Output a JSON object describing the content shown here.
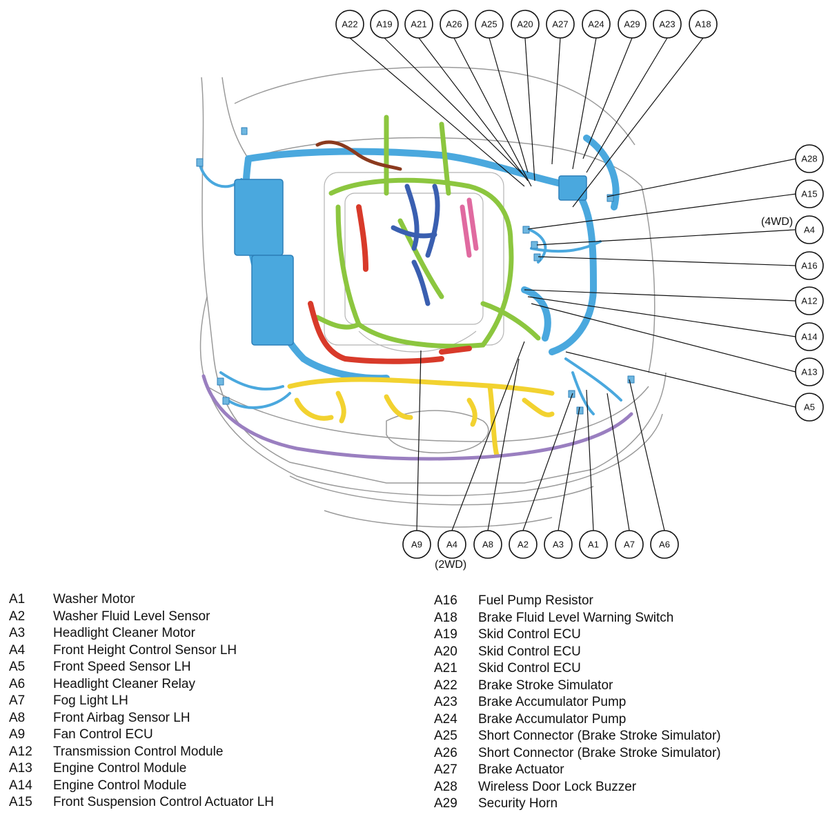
{
  "diagram": {
    "top_callouts": [
      "A22",
      "A19",
      "A21",
      "A26",
      "A25",
      "A20",
      "A27",
      "A24",
      "A29",
      "A23",
      "A18"
    ],
    "right_callouts": [
      "A28",
      "A15",
      "A4",
      "A16",
      "A12",
      "A14",
      "A13",
      "A5"
    ],
    "bottom_callouts": [
      "A9",
      "A4",
      "A8",
      "A2",
      "A3",
      "A1",
      "A7",
      "A6"
    ],
    "note_4wd": "(4WD)",
    "note_2wd": "(2WD)",
    "colors": {
      "body_outline": "#9a9a9a",
      "harness_blue": "#4aa8de",
      "harness_green": "#8cc63f",
      "harness_yellow": "#f2d230",
      "harness_red": "#d83a2a",
      "harness_purple": "#9a7fc0",
      "harness_navy": "#3a5fb0",
      "harness_pink": "#e06aa0",
      "harness_brown": "#8b3a1e"
    }
  },
  "legend": {
    "left": [
      {
        "code": "A1",
        "name": "Washer Motor"
      },
      {
        "code": "A2",
        "name": "Washer Fluid Level Sensor"
      },
      {
        "code": "A3",
        "name": "Headlight Cleaner Motor"
      },
      {
        "code": "A4",
        "name": "Front Height Control Sensor LH"
      },
      {
        "code": "A5",
        "name": "Front Speed Sensor LH"
      },
      {
        "code": "A6",
        "name": "Headlight Cleaner Relay"
      },
      {
        "code": "A7",
        "name": "Fog Light LH"
      },
      {
        "code": "A8",
        "name": "Front Airbag Sensor LH"
      },
      {
        "code": "A9",
        "name": "Fan Control ECU"
      },
      {
        "code": "A12",
        "name": "Transmission Control Module"
      },
      {
        "code": "A13",
        "name": "Engine Control Module"
      },
      {
        "code": "A14",
        "name": "Engine Control Module"
      },
      {
        "code": "A15",
        "name": "Front Suspension Control Actuator LH"
      }
    ],
    "right": [
      {
        "code": "A16",
        "name": "Fuel Pump Resistor"
      },
      {
        "code": "A18",
        "name": "Brake Fluid Level Warning Switch"
      },
      {
        "code": "A19",
        "name": "Skid Control ECU"
      },
      {
        "code": "A20",
        "name": "Skid Control ECU"
      },
      {
        "code": "A21",
        "name": "Skid Control ECU"
      },
      {
        "code": "A22",
        "name": "Brake Stroke Simulator"
      },
      {
        "code": "A23",
        "name": "Brake Accumulator Pump"
      },
      {
        "code": "A24",
        "name": "Brake Accumulator Pump"
      },
      {
        "code": "A25",
        "name": "Short Connector (Brake Stroke Simulator)"
      },
      {
        "code": "A26",
        "name": "Short Connector (Brake Stroke Simulator)"
      },
      {
        "code": "A27",
        "name": "Brake Actuator"
      },
      {
        "code": "A28",
        "name": "Wireless Door Lock Buzzer"
      },
      {
        "code": "A29",
        "name": "Security Horn"
      }
    ]
  }
}
